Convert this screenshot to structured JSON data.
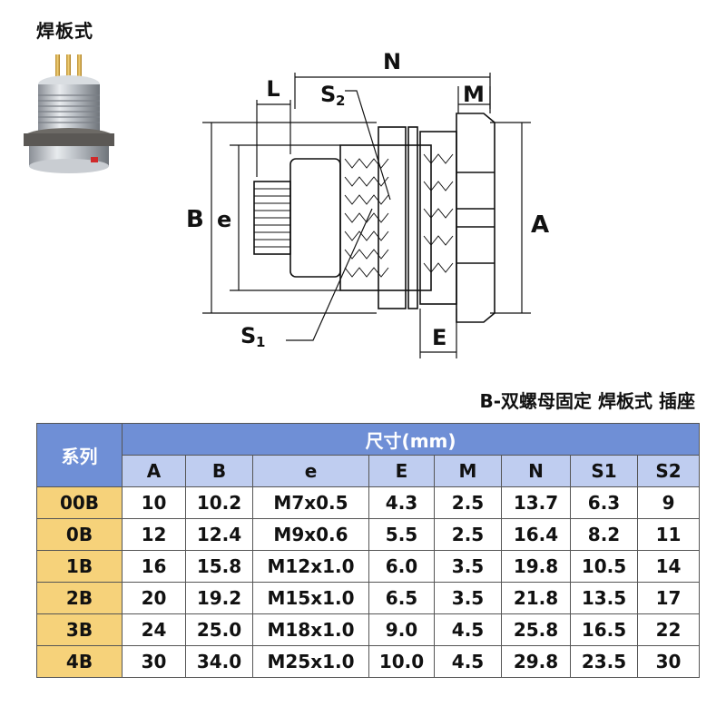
{
  "page": {
    "top_label": "焊板式",
    "section_title": "B-双螺母固定 焊板式 插座"
  },
  "drawing": {
    "labels": {
      "L": "L",
      "N": "N",
      "M": "M",
      "S2": "S",
      "S2_sub": "2",
      "S1": "S",
      "S1_sub": "1",
      "B": "B",
      "e": "e",
      "A": "A",
      "E": "E"
    }
  },
  "table": {
    "series_header": "系列",
    "size_header": "尺寸(mm)",
    "columns": [
      "A",
      "B",
      "e",
      "E",
      "M",
      "N",
      "S1",
      "S2"
    ],
    "rows": [
      {
        "series": "00B",
        "values": [
          "10",
          "10.2",
          "M7x0.5",
          "4.3",
          "2.5",
          "13.7",
          "6.3",
          "9"
        ]
      },
      {
        "series": "0B",
        "values": [
          "12",
          "12.4",
          "M9x0.6",
          "5.5",
          "2.5",
          "16.4",
          "8.2",
          "11"
        ]
      },
      {
        "series": "1B",
        "values": [
          "16",
          "15.8",
          "M12x1.0",
          "6.0",
          "3.5",
          "19.8",
          "10.5",
          "14"
        ]
      },
      {
        "series": "2B",
        "values": [
          "20",
          "19.2",
          "M15x1.0",
          "6.5",
          "3.5",
          "21.8",
          "13.5",
          "17"
        ]
      },
      {
        "series": "3B",
        "values": [
          "24",
          "25.0",
          "M18x1.0",
          "9.0",
          "4.5",
          "25.8",
          "16.5",
          "22"
        ]
      },
      {
        "series": "4B",
        "values": [
          "30",
          "34.0",
          "M25x1.0",
          "10.0",
          "4.5",
          "29.8",
          "23.5",
          "30"
        ]
      }
    ]
  },
  "colors": {
    "header_blue": "#6f8fd6",
    "subheader_blue": "#bfcdf0",
    "series_yellow": "#f6d27a"
  }
}
